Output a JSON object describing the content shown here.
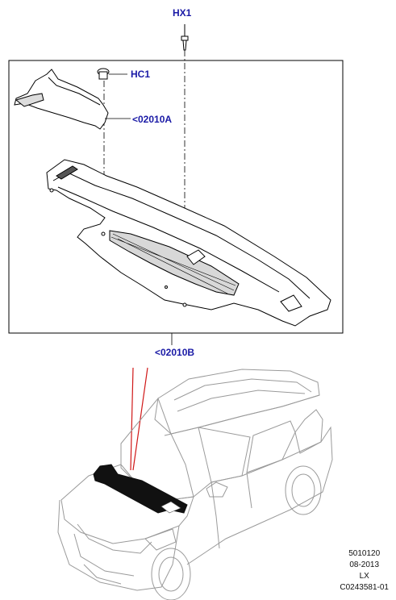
{
  "callouts": {
    "hx1": "HX1",
    "hc1": "HC1",
    "part_a": "<02010A",
    "part_b": "<02010B"
  },
  "footer": {
    "code1": "5010120",
    "date": "08-2013",
    "variant": "LX",
    "image_code": "C0243581-01"
  },
  "colors": {
    "callout_text": "#1a1aa6",
    "highlight_line": "#d01818",
    "highlight_fill": "#111111"
  }
}
